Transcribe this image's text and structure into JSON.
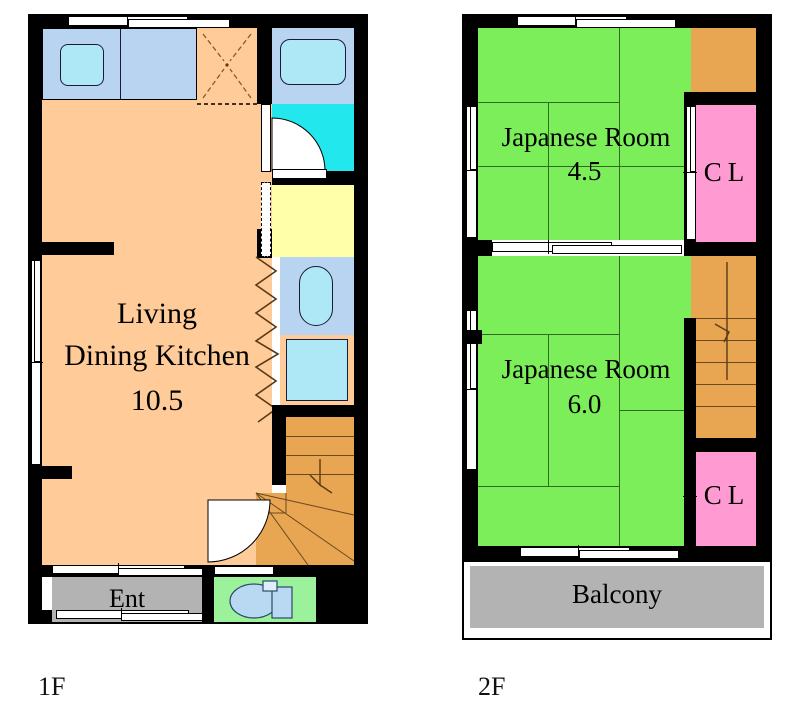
{
  "figure": {
    "type": "floor-plan",
    "floors": [
      {
        "id": "1F",
        "label": "1F",
        "rooms": [
          {
            "name": "living-dining-kitchen",
            "label_lines": [
              "Living",
              "Dining Kitchen"
            ],
            "size": "10.5",
            "color": "#ffcc99"
          },
          {
            "name": "kitchen-counter",
            "label": "",
            "color": "#b8d4f0"
          },
          {
            "name": "washroom",
            "label": "",
            "color": "#b8d4f0"
          },
          {
            "name": "bath",
            "label": "",
            "color": "#22e8ee"
          },
          {
            "name": "storage",
            "label": "",
            "color": "#ffffaa"
          },
          {
            "name": "entrance",
            "label": "Ent",
            "color": "#b3b3b3"
          },
          {
            "name": "toilet",
            "label": "",
            "color": "#9bf29b"
          },
          {
            "name": "staircase",
            "label": "",
            "color": "#e8a552"
          }
        ]
      },
      {
        "id": "2F",
        "label": "2F",
        "rooms": [
          {
            "name": "japanese-room-upper",
            "label": "Japanese Room",
            "size": "4.5",
            "color": "#7cee5a"
          },
          {
            "name": "japanese-room-lower",
            "label": "Japanese Room",
            "size": "6.0",
            "color": "#7cee5a"
          },
          {
            "name": "closet-upper",
            "label": "CL",
            "color": "#ff9bd2"
          },
          {
            "name": "closet-lower",
            "label": "CL",
            "color": "#ff9bd2"
          },
          {
            "name": "balcony",
            "label": "Balcony",
            "color": "#b3b3b3"
          },
          {
            "name": "staircase",
            "label": "",
            "color": "#e8a552"
          }
        ]
      }
    ],
    "colors": {
      "wall": "#000000",
      "ldk_floor": "#ffcc99",
      "tatami": "#7cee5a",
      "closet": "#ff9bd2",
      "stairs": "#e8a552",
      "balcony": "#b3b3b3",
      "entrance": "#b3b3b3",
      "toilet": "#9bf29b",
      "bath": "#22e8ee",
      "kitchen": "#b8d4f0",
      "storage": "#ffffaa",
      "fixture": "#aee8f7"
    }
  },
  "labels": {
    "ldk_line1": "Living",
    "ldk_line2": "Dining Kitchen",
    "ldk_size": "10.5",
    "ent": "Ent",
    "jr_upper": "Japanese Room",
    "jr_upper_size": "4.5",
    "jr_lower": "Japanese Room",
    "jr_lower_size": "6.0",
    "cl_upper": "CL",
    "cl_lower": "CL",
    "balcony": "Balcony",
    "floor1": "1F",
    "floor2": "2F"
  }
}
